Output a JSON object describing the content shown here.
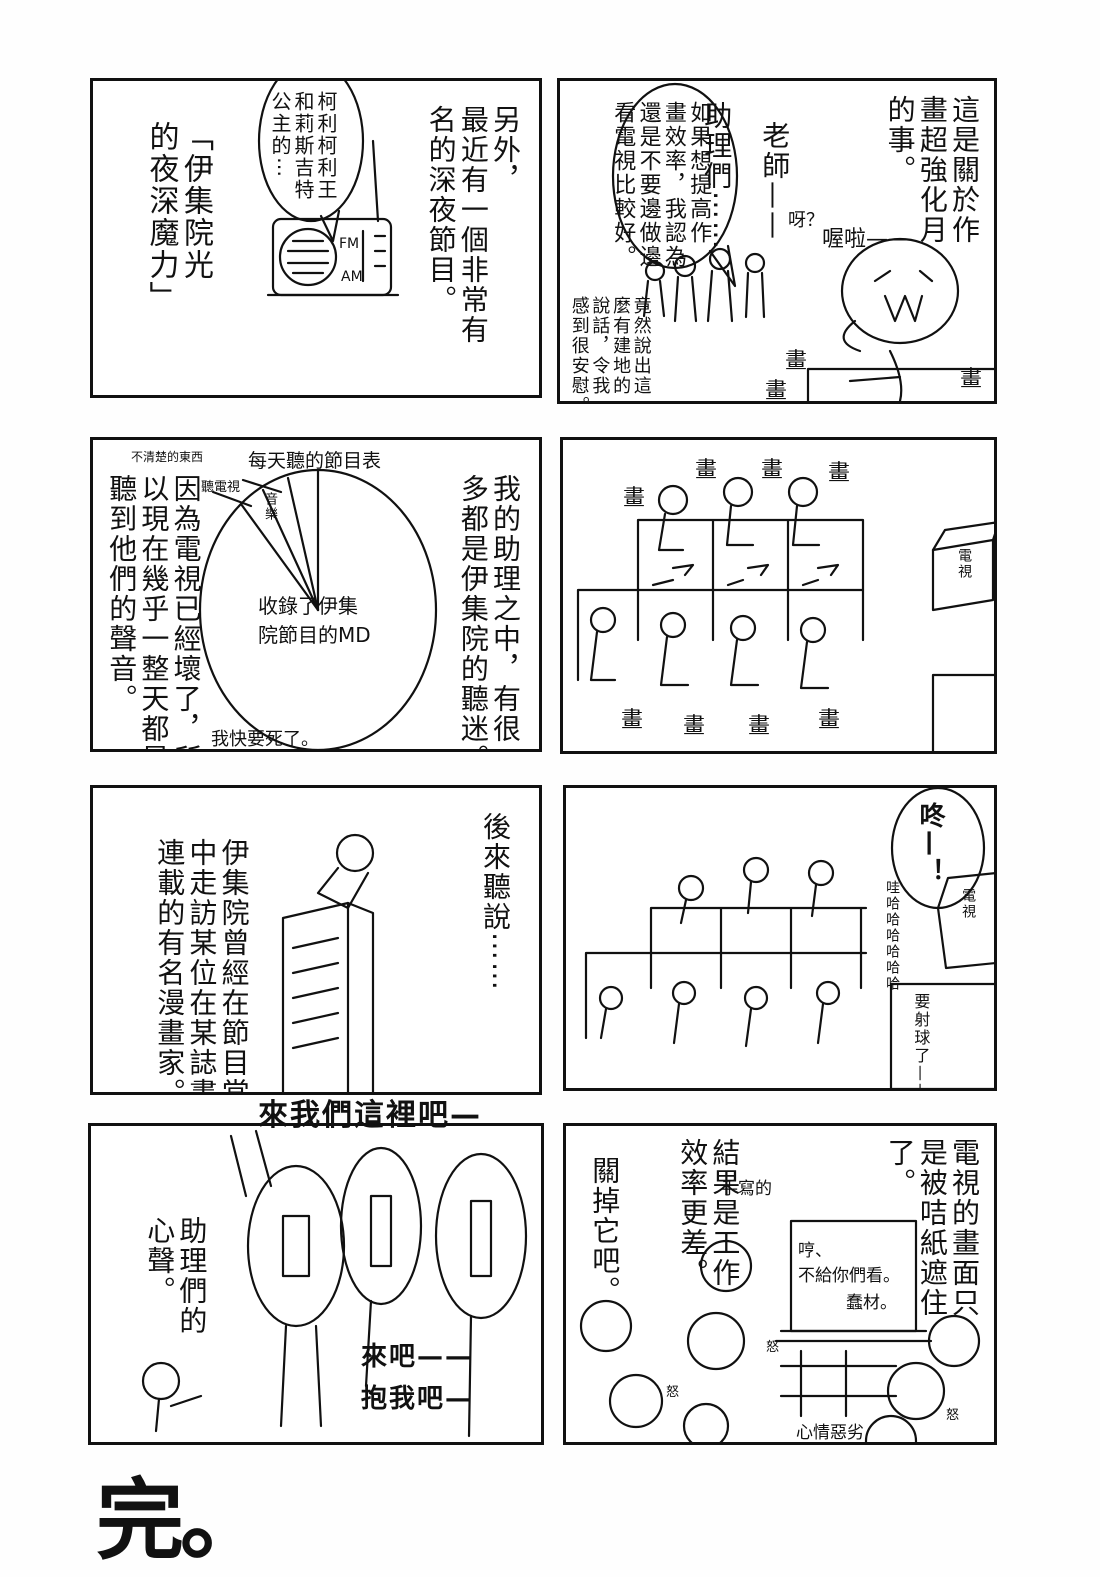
{
  "panels": {
    "p1": {
      "caption": "這是關於作\n畫超強化月\n的事。",
      "speech_teacher": "老師——",
      "sfx_gulp": "喔啦——",
      "sfx_huh": "呀？",
      "speech_assistants": "助理們⋯⋯",
      "bubble_text": "如果想提高作\n畫效率，我認為\n還是不要邊做邊\n看電視比較好。",
      "narration": "竟然說出這\n麼有建地的\n說話，令我\n感到很安慰。",
      "sfx_draw_1": "畫",
      "sfx_draw_2": "畫",
      "sfx_draw_3": "畫"
    },
    "p2": {
      "caption": "另外，\n最近有一個非常有\n名的深夜節目。",
      "radio_bubble": "柯利柯利王\n和莉斯吉特\n公主的⋯",
      "title": "「伊集院光\n的夜深魔力」",
      "radio_fm": "FM",
      "radio_am": "AM"
    },
    "p3": {
      "sfx_draw_top": [
        "畫",
        "畫",
        "畫",
        "畫"
      ],
      "sfx_draw_bottom": [
        "畫",
        "畫",
        "畫",
        "畫"
      ],
      "tv_label": "電視"
    },
    "p4": {
      "caption": "我的助理之中，有很\n多都是伊集院的聽迷。",
      "pie_title": "每天聽的節目表",
      "pie_label_unknown": "不清楚的東西",
      "pie_label_tv": "聽電視",
      "pie_label_music": "音樂",
      "pie_label_main": "收錄了伊集\n院節目的MD",
      "narration": "因為電視已經壞了，所\n以現在幾乎一整天都是\n聽到他們的聲音。",
      "footer": "我快要死了。"
    },
    "p5": {
      "sfx_bang": "咚—！",
      "sfx_wah": "哇哈哈哈哈哈哈",
      "tv_label": "電視",
      "speech_goal": "要射球了——"
    },
    "p6": {
      "caption_1": "後來聽說⋯⋯",
      "caption_2": "伊集院曾經在節目當\n中走訪某位在某誌畫\n連載的有名漫畫家。"
    },
    "p7": {
      "caption": "電視的畫面只\n是被咭紙遮住\n了。",
      "note_label": "手寫的",
      "card_text_1": "哼、",
      "card_text_2": "不給你們看。",
      "card_text_3": "蠢材。",
      "result": "結果是工作\n效率更差。",
      "speech": "關掉它吧。",
      "mood": "心情惡劣",
      "sfx_angry_1": "怒",
      "sfx_angry_2": "怒",
      "sfx_angry_3": "怒"
    },
    "p8": {
      "shout_top": "來我們這裡吧—",
      "narration": "助理們的\n心聲。",
      "shout_bottom_1": "來吧——",
      "shout_bottom_2": "抱我吧—"
    }
  },
  "ending": "完。"
}
